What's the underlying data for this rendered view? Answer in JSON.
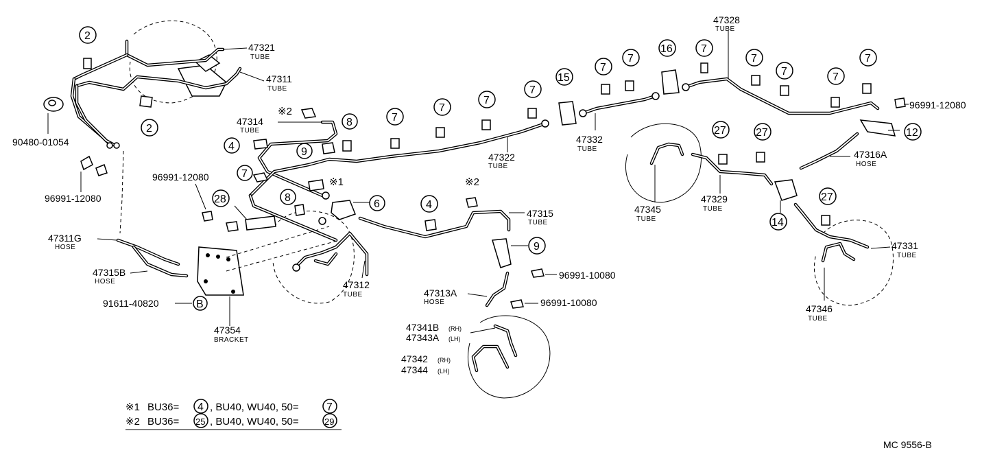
{
  "diagram_code": "MC 9556-B",
  "parts": {
    "p47321": {
      "number": "47321",
      "name": "TUBE"
    },
    "p47311": {
      "number": "47311",
      "name": "TUBE"
    },
    "p90480": {
      "number": "90480-01054"
    },
    "p96991_left": {
      "number": "96991-12080"
    },
    "p47311G": {
      "number": "47311G",
      "name": "HOSE"
    },
    "p47315B": {
      "number": "47315B",
      "name": "HOSE"
    },
    "p91611": {
      "number": "91611-40820"
    },
    "p47354": {
      "number": "47354",
      "name": "BRACKET"
    },
    "p47314": {
      "number": "47314",
      "name": "TUBE"
    },
    "p96991_mid": {
      "number": "96991-12080"
    },
    "p47312": {
      "number": "47312",
      "name": "TUBE"
    },
    "p47322": {
      "number": "47322",
      "name": "TUBE"
    },
    "p47315": {
      "number": "47315",
      "name": "TUBE"
    },
    "p96991_10080a": {
      "number": "96991-10080"
    },
    "p47313A": {
      "number": "47313A",
      "name": "HOSE"
    },
    "p96991_10080b": {
      "number": "96991-10080"
    },
    "p47341B": {
      "number": "47341B",
      "variant": "(RH)"
    },
    "p47343A": {
      "number": "47343A",
      "variant": "(LH)"
    },
    "p47342": {
      "number": "47342",
      "variant": "(RH)"
    },
    "p47344": {
      "number": "47344",
      "variant": "(LH)"
    },
    "p47332": {
      "number": "47332",
      "name": "TUBE"
    },
    "p47328": {
      "number": "47328",
      "name": "TUBE"
    },
    "p96991_right": {
      "number": "96991-12080"
    },
    "p47316A": {
      "number": "47316A",
      "name": "HOSE"
    },
    "p47345": {
      "number": "47345",
      "name": "TUBE"
    },
    "p47329": {
      "number": "47329",
      "name": "TUBE"
    },
    "p47331": {
      "number": "47331",
      "name": "TUBE"
    },
    "p47346": {
      "number": "47346",
      "name": "TUBE"
    }
  },
  "refs": {
    "r2": "2",
    "r4": "4",
    "r6": "6",
    "r7": "7",
    "r8": "8",
    "r9": "9",
    "r12": "12",
    "r14": "14",
    "r15": "15",
    "r16": "16",
    "r27": "27",
    "r28": "28",
    "rB": "B",
    "r25": "25",
    "r29": "29"
  },
  "marks": {
    "m1": "※1",
    "m2": "※2"
  },
  "notes": {
    "line1": {
      "mark": "※1",
      "lead": "BU36=",
      "ref": "4",
      "rest": ", BU40, WU40, 50=",
      "ref2": "7"
    },
    "line2": {
      "mark": "※2",
      "lead": "BU36=",
      "ref": "25",
      "rest": ", BU40, WU40, 50=",
      "ref2": "29"
    }
  }
}
